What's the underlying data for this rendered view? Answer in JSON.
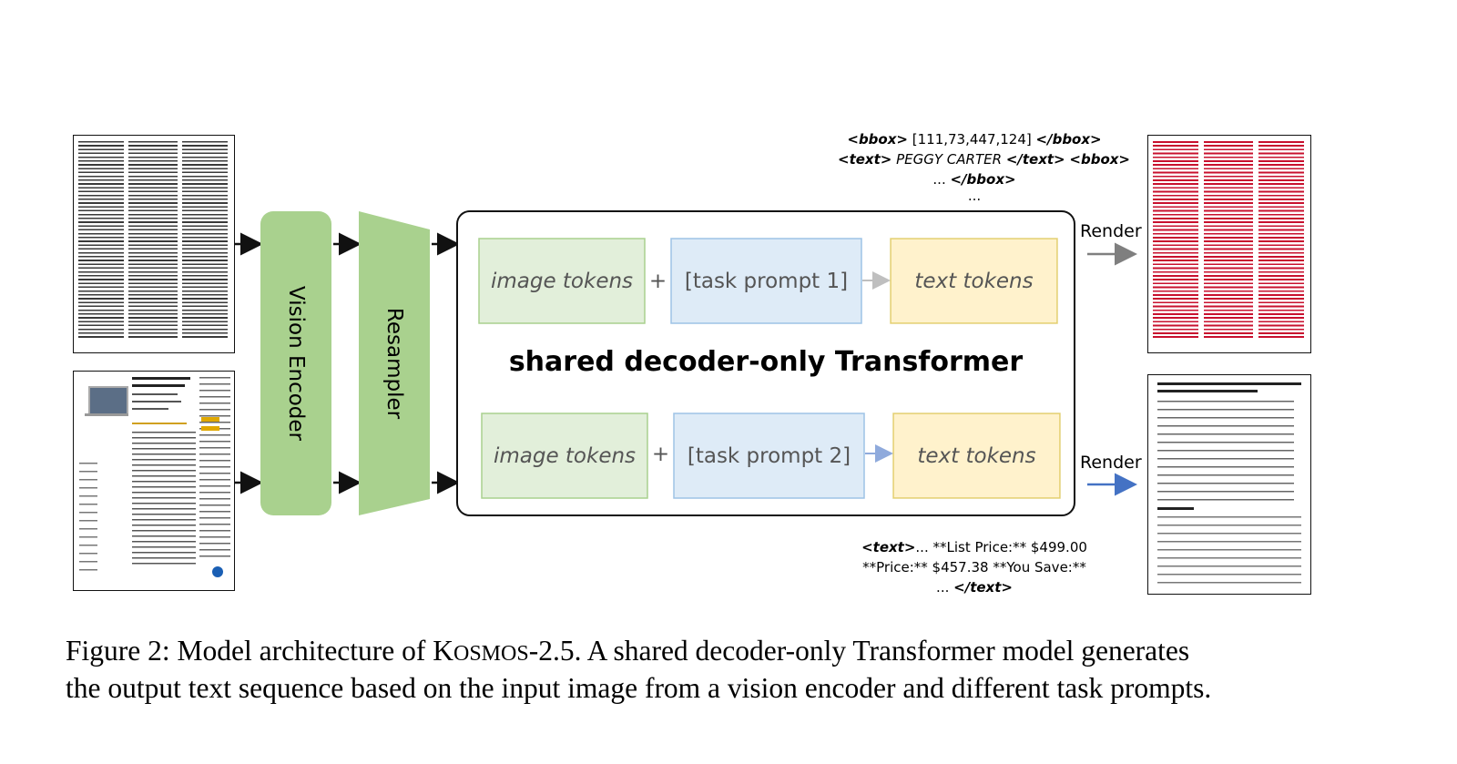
{
  "diagram": {
    "vision_encoder_label": "Vision Encoder",
    "resampler_label": "Resampler",
    "transformer_label": "shared decoder-only Transformer",
    "row1": {
      "image_tokens": "image tokens",
      "plus": "+",
      "task_prompt": "[task prompt 1]",
      "text_tokens": "text tokens"
    },
    "row2": {
      "image_tokens": "image tokens",
      "plus": "+",
      "task_prompt": "[task prompt 2]",
      "text_tokens": "text tokens"
    },
    "render_top": "Render",
    "render_bottom": "Render",
    "output_top": {
      "line1_open": "<bbox>",
      "line1_val": "[111,73,447,124]",
      "line1_close": "</bbox>",
      "line2_open": "<text>",
      "line2_val": "PEGGY CARTER",
      "line2_close": "</text>",
      "line2_open2": "<bbox>",
      "line3_pre": "...",
      "line3_close": "</bbox>",
      "line4": "..."
    },
    "output_bottom": {
      "line1_open": "<text>",
      "line1_val": "... **List Price:** $499.00",
      "line2": "**Price:**  $457.38 **You Save:**",
      "line3_pre": "...",
      "line3_close": "</text>"
    },
    "colors": {
      "green_block": "#a9d18e",
      "token_green": "#e2efda",
      "token_blue": "#deebf7",
      "token_yellow": "#fff2cc",
      "render_arrow_top": "#7f7f7f",
      "render_arrow_bottom": "#4472c4",
      "bbox_red": "#c8102e"
    }
  },
  "caption": {
    "prefix": "Figure 2: Model architecture of ",
    "model_k": "K",
    "model_rest": "OSMOS",
    "model_version": "-2.5",
    "line1_rest": ". A shared decoder-only Transformer model generates",
    "line2": "the output text sequence based on the input image from a vision encoder and different task prompts."
  }
}
